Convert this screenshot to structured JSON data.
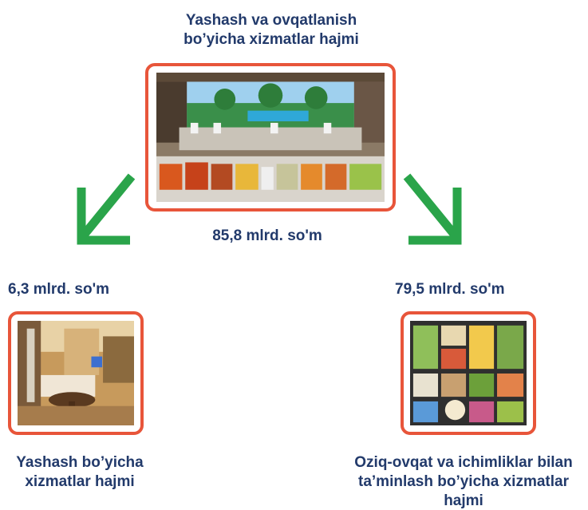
{
  "diagram": {
    "top": {
      "title_line1": "Yashash va ovqatlanish",
      "title_line2": "bo’yicha xizmatlar hajmi",
      "total_value": "85,8 mlrd. so'm"
    },
    "left": {
      "value": "6,3 mlrd. so'm",
      "label_line1": "Yashash bo’yicha",
      "label_line2": "xizmatlar hajmi"
    },
    "right": {
      "value": "79,5 mlrd. so'm",
      "label_line1": "Oziq-ovqat va ichimliklar bilan",
      "label_line2": "ta’minlash bo’yicha xizmatlar hajmi"
    }
  },
  "colors": {
    "text": "#223a6b",
    "frame_border": "#e8553a",
    "arrow": "#2aa44a"
  }
}
